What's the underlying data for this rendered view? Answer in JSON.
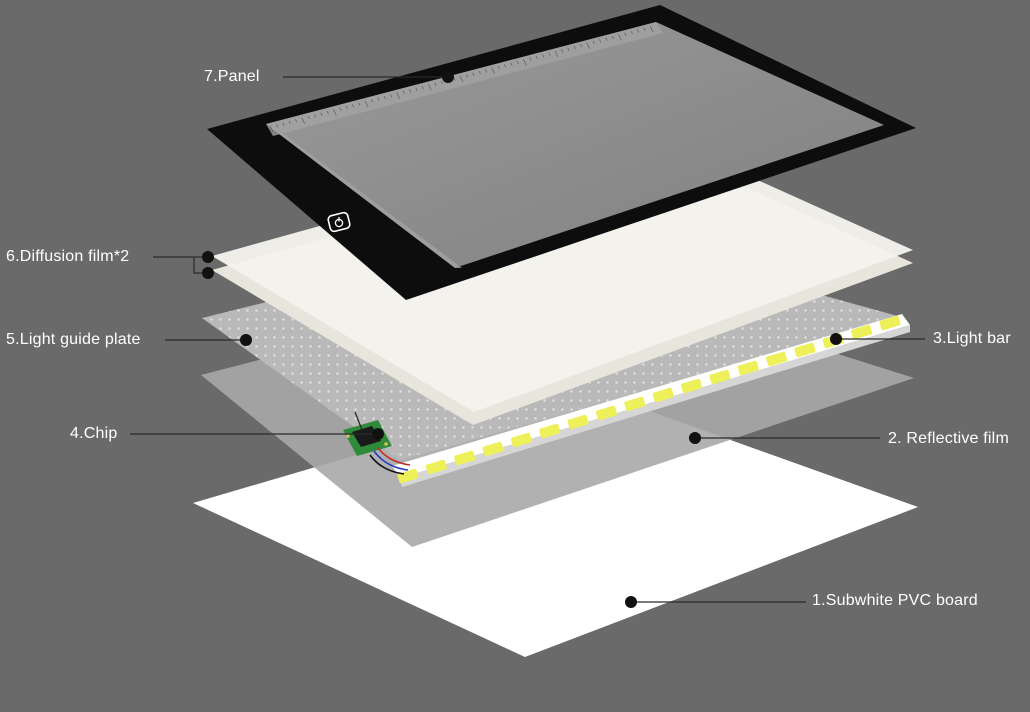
{
  "labels": {
    "panel": "7.Panel",
    "diffusion_film": "6.Diffusion film*2",
    "light_guide_plate": "5.Light guide plate",
    "chip": "4.Chip",
    "light_bar": "3.Light bar",
    "reflective_film": "2. Reflective film",
    "pvc_board": "1.Subwhite PVC board"
  },
  "colors": {
    "background": "#6b6a6b",
    "panel_frame": "#0d0d0d",
    "panel_window": "#8c8c8c",
    "diffusion_film": "#f2f1ea",
    "light_guide_plate": "#b9b9b9",
    "reflective_film": "#a9a9a9",
    "pvc_board": "#ffffff",
    "led": "#eef05a",
    "chip_board": "#2f8a3a"
  },
  "icons": {
    "power_button": "power-icon"
  },
  "led_count": 18
}
